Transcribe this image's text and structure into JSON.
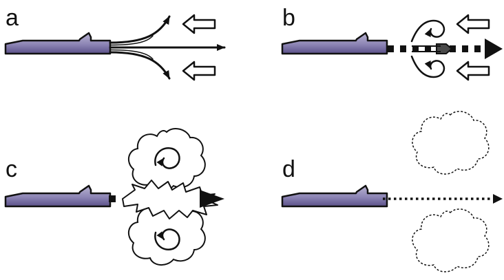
{
  "panels": [
    {
      "label": "a"
    },
    {
      "label": "b"
    },
    {
      "label": "c"
    },
    {
      "label": "d"
    }
  ],
  "colors": {
    "stroke": "#111111",
    "fill_white": "#ffffff",
    "tube_light": "#b8b3d1",
    "tube_mid": "#8d85b5",
    "tube_dark": "#5b5189"
  },
  "icons": {
    "tube": "nozzle-tube-icon",
    "flow_arrow": "flow-arrow-icon",
    "hollow_arrow": "hollow-arrow-icon",
    "swirl": "swirl-vortex-icon",
    "cloud": "cloud-icon",
    "burst": "burst-icon"
  }
}
